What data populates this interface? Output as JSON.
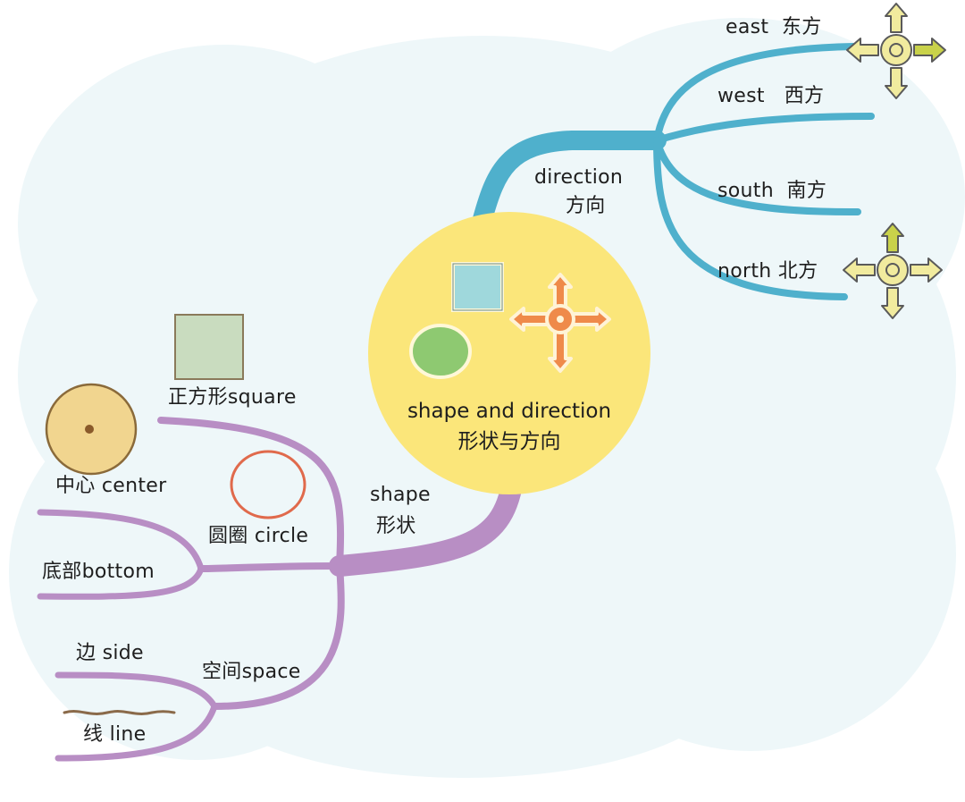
{
  "center": {
    "title_en": "shape and direction",
    "title_zh": "形状与方向"
  },
  "direction": {
    "label_en": "direction",
    "label_zh": "方向",
    "items": [
      {
        "en": "east",
        "zh": "东方"
      },
      {
        "en": "west",
        "zh": "西方"
      },
      {
        "en": "south",
        "zh": "南方"
      },
      {
        "en": "north",
        "zh": "北方"
      }
    ]
  },
  "shape": {
    "label_en": "shape",
    "label_zh": "形状",
    "items": {
      "square": "正方形square",
      "center": "中心 center",
      "circle": "圆圈 circle",
      "bottom": "底部bottom",
      "side": "边 side",
      "space": "空间space",
      "line": "线 line"
    }
  },
  "colors": {
    "background_cloud": "#eef7f9",
    "center_circle": "#fbe67a",
    "direction_branch": "#4fb0cc",
    "shape_branch": "#b88ec4",
    "square_fill": "#9fd8dc",
    "circle_fill": "#8ec971",
    "arrow_orange": "#ef8a4a",
    "arrow_yellow": "#f1eb9e",
    "square_small_fill": "#c9dcbf",
    "center_dot_fill": "#f1d58f",
    "ring_red": "#e06a4c"
  },
  "icons": [
    "square-icon",
    "circle-icon",
    "four-arrows-icon",
    "compass-east-icon",
    "compass-north-icon",
    "center-dot-icon",
    "ring-icon",
    "wavy-line-icon"
  ]
}
